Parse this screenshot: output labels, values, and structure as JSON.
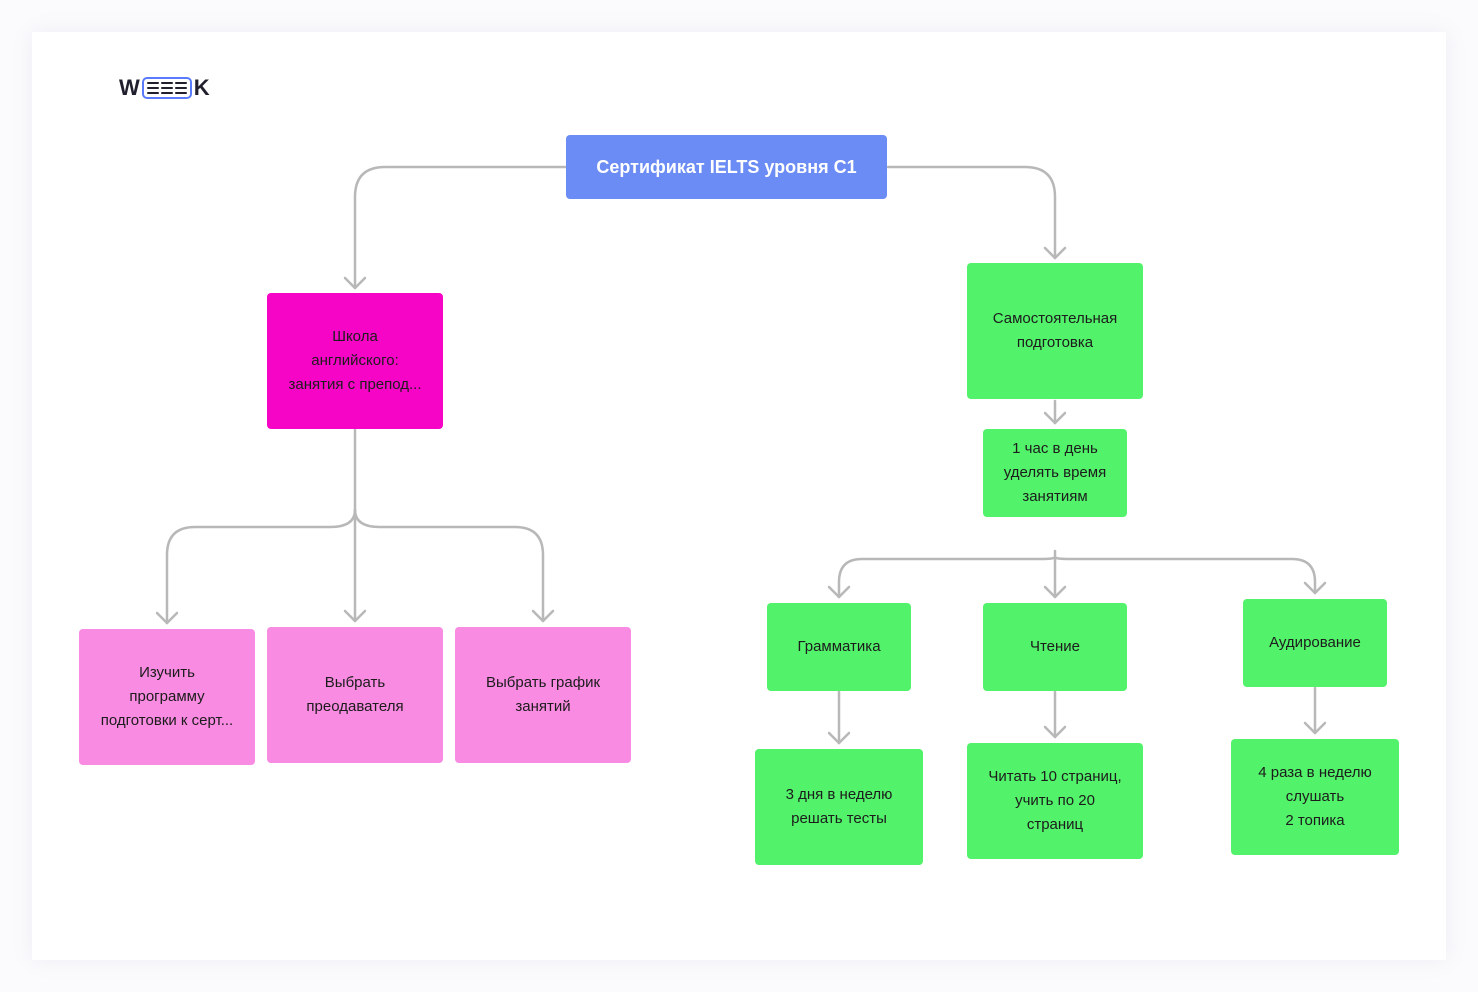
{
  "logo": {
    "text": "WEEEK",
    "left": "W",
    "right": "K"
  },
  "colors": {
    "root": "#6b8cf5",
    "school": "#f705c7",
    "school_tasks": "#f98be2",
    "self_study": "#52f26a",
    "connector": "#b8b8b8"
  },
  "nodes": {
    "root": "Сертификат IELTS уровня С1",
    "school": "Школа\nанглийского:\nзанятия с препод...",
    "study_program": "Изучить\nпрограмму\nподготовки к серт...",
    "choose_teacher": "Выбрать\nпреодавателя",
    "choose_schedule": "Выбрать график\nзанятий",
    "self_study": "Самостоятельная\nподготовка",
    "daily_hour": "1 час в день\nуделять время\nзанятиям",
    "grammar": "Грамматика",
    "reading": "Чтение",
    "listening": "Аудирование",
    "grammar_task": "3 дня в неделю\nрешать тесты",
    "reading_task": "Читать 10 страниц,\nучить по 20\nстраниц",
    "listening_task": "4 раза в неделю\nслушать\n2 топика"
  }
}
